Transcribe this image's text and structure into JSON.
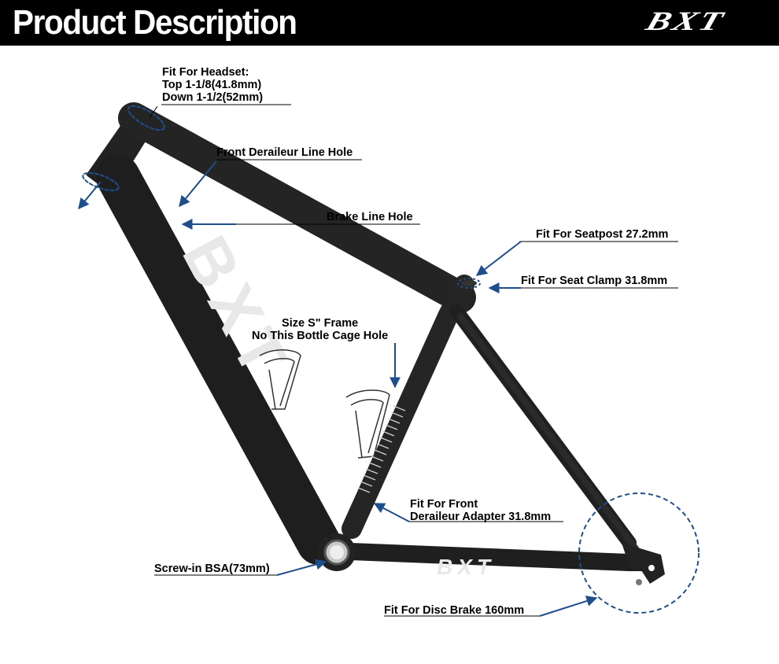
{
  "header": {
    "title": "Product Description",
    "brand": "BXT"
  },
  "frame_brand_marks": {
    "downtube": "BXT",
    "chainstay": "BXT"
  },
  "labels": {
    "headset_title": "Fit For Headset:",
    "headset_top": "Top 1-1/8(41.8mm)",
    "headset_down": "Down 1-1/2(52mm)",
    "front_derailleur_line_hole": "Front Derailеur Line Hole",
    "brake_line_hole": "Brake Line Hole",
    "seatpost": "Fit For Seatpost 27.2mm",
    "seat_clamp": "Fit For Seat Clamp 31.8mm",
    "size_s_line1": "Size S\" Frame",
    "size_s_line2": "No This Bottle Cage Hole",
    "fd_adapter_line1": "Fit For Front",
    "fd_adapter_line2": "Derailеur Adapter 31.8mm",
    "bsa": "Screw-in BSA(73mm)",
    "disc_brake": "Fit For Disc  Brake 160mm"
  },
  "colors": {
    "header_bg": "#000000",
    "header_text": "#ffffff",
    "frame": "#1f1f1f",
    "annotation_blue": "#1f4e8c",
    "label_text": "#000000"
  }
}
